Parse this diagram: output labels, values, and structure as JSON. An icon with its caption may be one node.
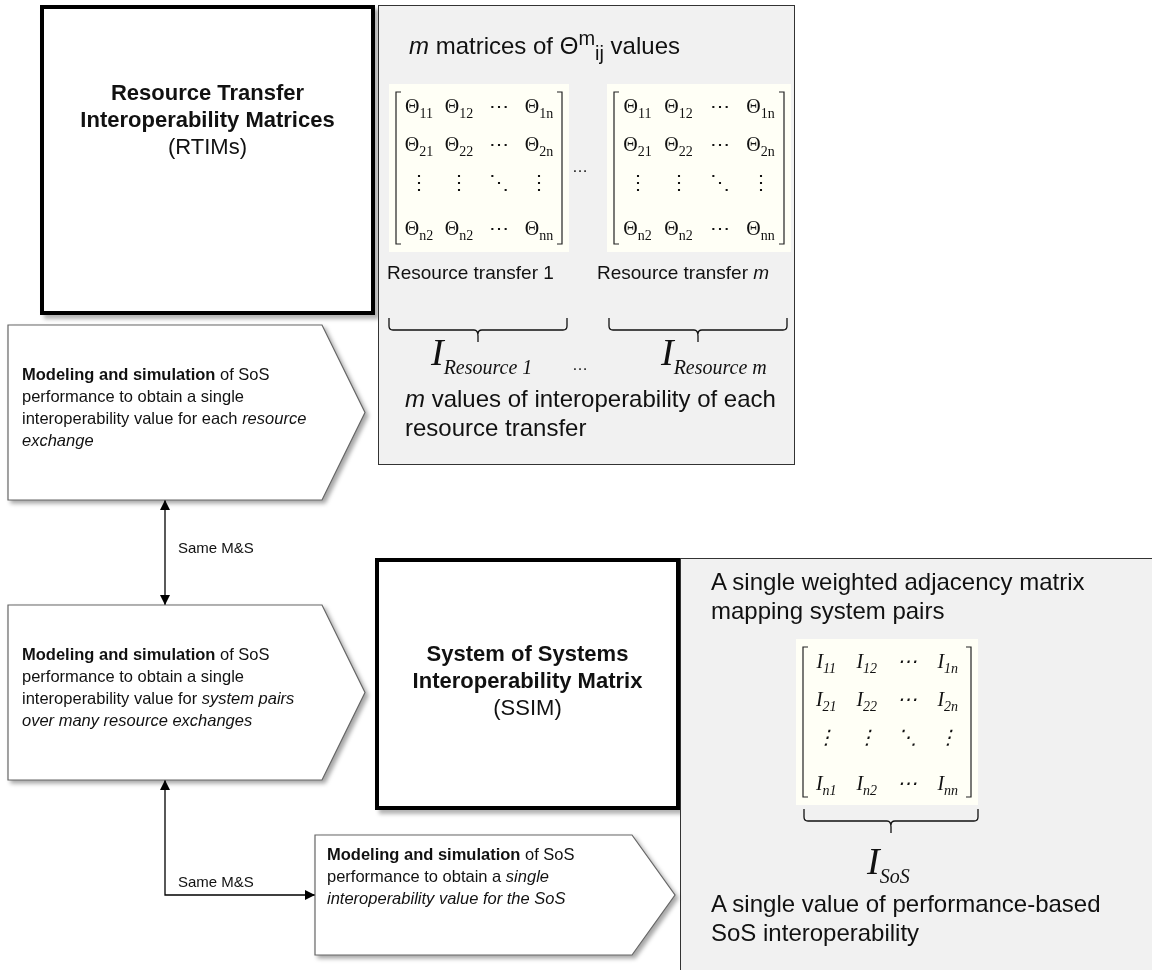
{
  "diagram": {
    "nodes": [
      {
        "text": [
          "Resource Transfer Interoperability Matrices",
          "(RTIMs)"
        ]
      },
      {
        "text": [
          "*m* matrices of Θ$^{m}$$_{ij}$ values",
          "Resource transfer 1",
          "Resource transfer *m*",
          "I$_{Resource 1}$",
          "I$_{Resource m}$",
          "*m* values of interoperability of each resource transfer"
        ]
      },
      {
        "text": [
          "Θ$_{11}$",
          "Θ$_{12}$",
          "⋯",
          "Θ$_{1n}$",
          "Θ$_{21}$",
          "Θ$_{22}$",
          "⋯",
          "Θ$_{2n}$",
          "⋮",
          "⋮",
          "⋱",
          "⋮",
          "Θ$_{n2}$",
          "Θ$_{n2}$",
          "⋯",
          "Θ$_{nn}$"
        ],
        "in": 1
      },
      {
        "text": [
          "Θ$_{11}$",
          "Θ$_{12}$",
          "⋯",
          "Θ$_{1n}$",
          "Θ$_{21}$",
          "Θ$_{22}$",
          "⋯",
          "Θ$_{2n}$",
          "⋮",
          "⋮",
          "⋱",
          "⋮",
          "Θ$_{n2}$",
          "Θ$_{n2}$",
          "⋯",
          "Θ$_{nn}$"
        ],
        "in": 1
      },
      {
        "text": [
          "**Modeling and simulation** of SoS performance to obtain a single interoperability value for each *resource exchange*"
        ]
      },
      {
        "text": [
          "**Modeling and simulation** of SoS performance to obtain a single interoperability value for *system pairs over many resource exchanges*"
        ]
      },
      {
        "text": [
          "System of Systems Interoperability Matrix",
          "(SSIM)"
        ]
      },
      {
        "text": [
          "A single weighted adjacency matrix mapping system pairs",
          "I$_{SoS}$",
          "A single value of performance-based SoS interoperability"
        ]
      },
      {
        "text": [
          "I$_{11}$",
          "I$_{12}$",
          "⋯",
          "I$_{1n}$",
          "I$_{21}$",
          "I$_{22}$",
          "⋯",
          "I$_{2n}$",
          "⋮",
          "⋮",
          "⋱",
          "⋮",
          "I$_{n1}$",
          "I$_{n2}$",
          "⋯",
          "I$_{nn}$"
        ],
        "in": 7
      },
      {
        "text": [
          "**Modeling and simulation** of SoS performance to obtain a *single interoperability value for the SoS*"
        ]
      }
    ],
    "edges": [
      {
        "from": 4,
        "to": 5,
        "arrow": "both",
        "label": "Same M&S"
      },
      {
        "from": 5,
        "to": 9,
        "arrow": "both",
        "label": "Same M&S"
      }
    ],
    "labels": [
      "…",
      "…"
    ]
  }
}
